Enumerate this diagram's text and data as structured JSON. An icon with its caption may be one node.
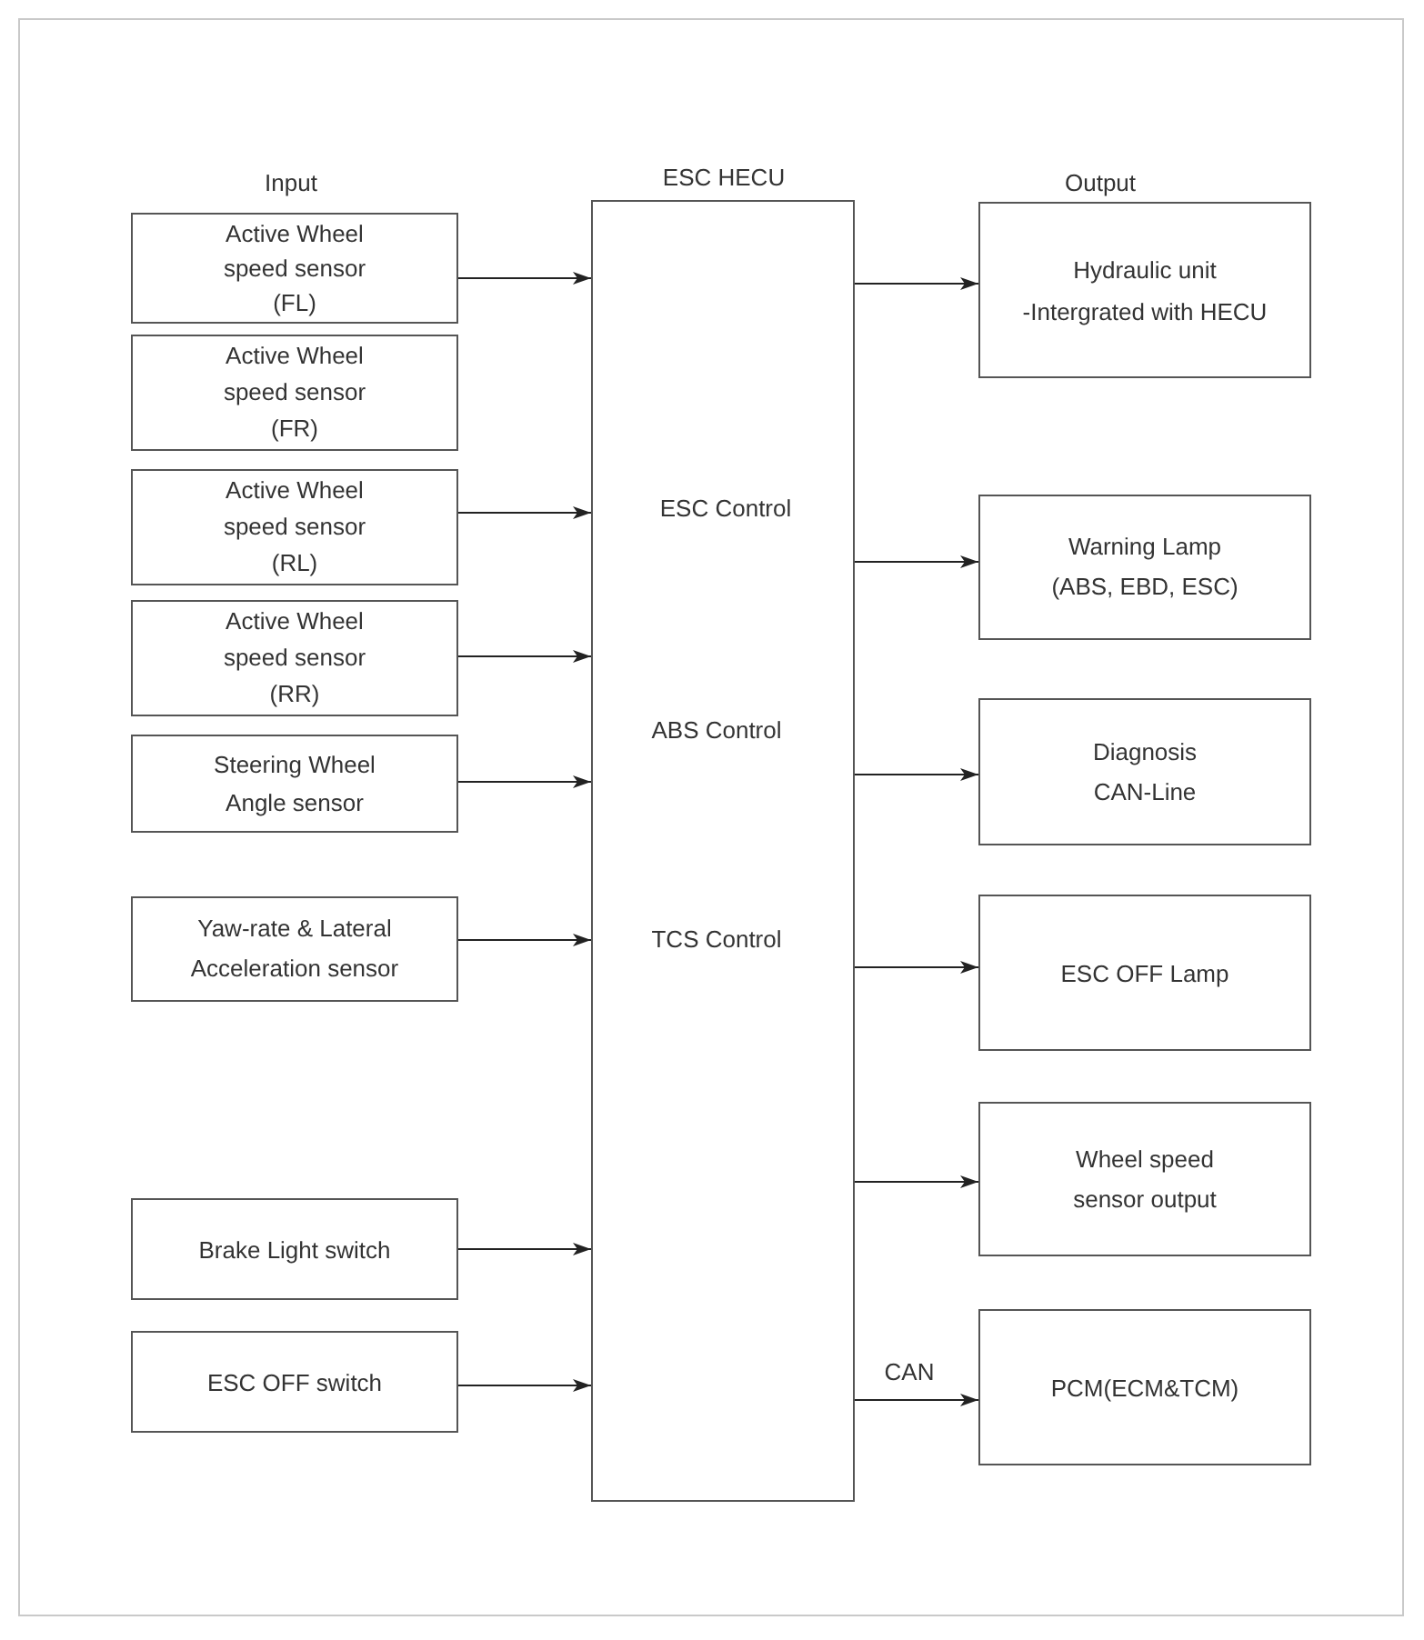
{
  "diagram": {
    "nodes": [
      {
        "text": [
          "Active Wheel speed sensor (FL)"
        ]
      },
      {
        "text": [
          "Active Wheel speed sensor (FR)"
        ]
      },
      {
        "text": [
          "Active Wheel speed sensor (RL)"
        ]
      },
      {
        "text": [
          "Active Wheel speed sensor (RR)"
        ]
      },
      {
        "text": [
          "Steering Wheel Angle sensor"
        ]
      },
      {
        "text": [
          "Yaw-rate & Lateral Acceleration sensor"
        ]
      },
      {
        "text": [
          "Brake Light switch"
        ]
      },
      {
        "text": [
          "ESC OFF switch"
        ]
      },
      {
        "text": [
          "ESC HECU",
          "ESC Control",
          "ABS Control",
          "TCS Control"
        ]
      },
      {
        "text": [
          "Hydraulic unit -Intergrated with HECU"
        ]
      },
      {
        "text": [
          "Warning Lamp (ABS, EBD, ESC)"
        ]
      },
      {
        "text": [
          "Diagnosis CAN-Line"
        ]
      },
      {
        "text": [
          "ESC OFF Lamp"
        ]
      },
      {
        "text": [
          "Wheel speed sensor output"
        ]
      },
      {
        "text": [
          "PCM(ECM&TCM)"
        ]
      }
    ],
    "edges": [
      {
        "from": 0,
        "to": 8,
        "arrow": "to"
      },
      {
        "from": 2,
        "to": 8,
        "arrow": "to"
      },
      {
        "from": 3,
        "to": 8,
        "arrow": "to"
      },
      {
        "from": 4,
        "to": 8,
        "arrow": "to"
      },
      {
        "from": 5,
        "to": 8,
        "arrow": "to"
      },
      {
        "from": 6,
        "to": 8,
        "arrow": "to"
      },
      {
        "from": 7,
        "to": 8,
        "arrow": "to"
      },
      {
        "from": 8,
        "to": 9,
        "arrow": "to"
      },
      {
        "from": 8,
        "to": 10,
        "arrow": "to"
      },
      {
        "from": 8,
        "to": 11,
        "arrow": "to"
      },
      {
        "from": 8,
        "to": 12,
        "arrow": "to"
      },
      {
        "from": 8,
        "to": 13,
        "arrow": "to"
      },
      {
        "from": 8,
        "to": 14,
        "arrow": "to",
        "label": "CAN"
      }
    ],
    "labels": [
      "Input",
      "Output"
    ]
  }
}
